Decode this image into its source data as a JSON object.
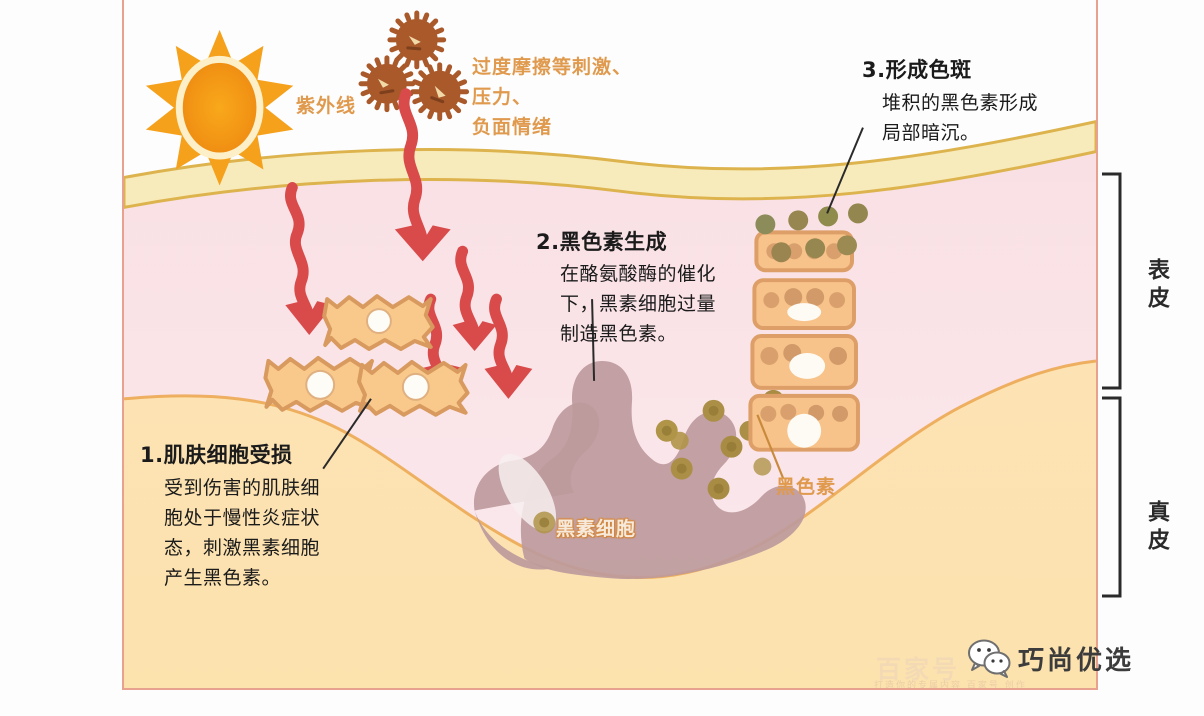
{
  "figure": {
    "border_color": "#e8a18e",
    "background": "#fdfdfd"
  },
  "labels": {
    "uv": "紫外线",
    "stress_line1": "过度摩擦等刺激、",
    "stress_line2": "压力、",
    "stress_line3": "负面情绪",
    "melanin": "黑色素",
    "melanocyte": "黑素细胞"
  },
  "steps": [
    {
      "id": "step1",
      "title": "1.肌肤细胞受损",
      "body_lines": [
        "受到伤害的肌肤细",
        "胞处于慢性炎症状",
        "态，刺激黑素细胞",
        "产生黑色素。"
      ]
    },
    {
      "id": "step2",
      "title": "2.黑色素生成",
      "body_lines": [
        "在酪氨酸酶的催化",
        "下，黑素细胞过量",
        "制造黑色素。"
      ]
    },
    {
      "id": "step3",
      "title": "3.形成色斑",
      "body_lines": [
        "堆积的黑色素形成",
        "局部暗沉。"
      ]
    }
  ],
  "layers": [
    {
      "name": "表皮",
      "bracket": "epidermis"
    },
    {
      "name": "真皮",
      "bracket": "dermis"
    }
  ],
  "watermarks": {
    "baijia": "百家号",
    "baijia_sub": "打造你的专属内容 百家号 创作",
    "brand": "巧尚优选",
    "wechat_icon": "wechat-icon"
  },
  "colors": {
    "stratum_corneum": "#f7e9b8",
    "stratum_corneum_edge": "#e0b84f",
    "epidermis": "#f8dfe4",
    "dermis": "#fbe2b0",
    "dermis_edge": "#e8a349",
    "cell_fill": "#f9c98b",
    "cell_stroke": "#d89a5e",
    "melanocyte_fill": "#bd9a9c",
    "melanin_dot": "#a89145",
    "arrow_red": "#d94a4a",
    "sun": "#f5a11c",
    "microbe": "#a9592a"
  }
}
